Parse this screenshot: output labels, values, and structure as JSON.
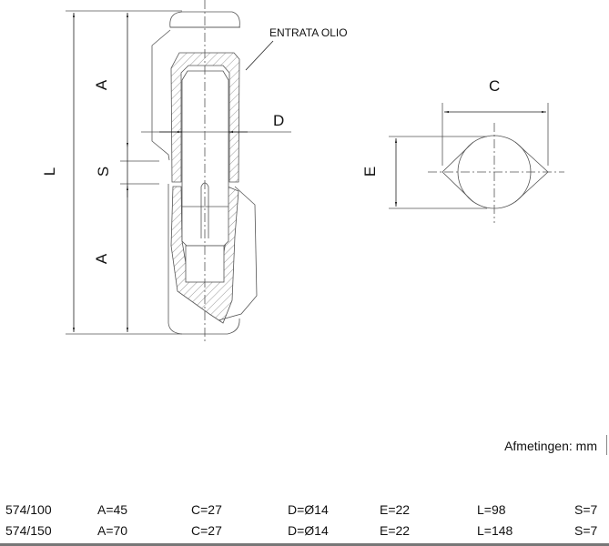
{
  "drawing": {
    "labels": {
      "A_top": "A",
      "S": "S",
      "A_bottom": "A",
      "L": "L",
      "D": "D",
      "C": "C",
      "E": "E"
    },
    "callout": "ENTRATA OLIO",
    "units": "Afmetingen: mm"
  },
  "table": {
    "rows": [
      {
        "model": "574/100",
        "A": "A=45",
        "C": "C=27",
        "D": "D=Ø14",
        "E": "E=22",
        "L": "L=98",
        "S": "S=7"
      },
      {
        "model": "574/150",
        "A": "A=70",
        "C": "C=27",
        "D": "D=Ø14",
        "E": "E=22",
        "L": "L=148",
        "S": "S=7"
      }
    ]
  }
}
